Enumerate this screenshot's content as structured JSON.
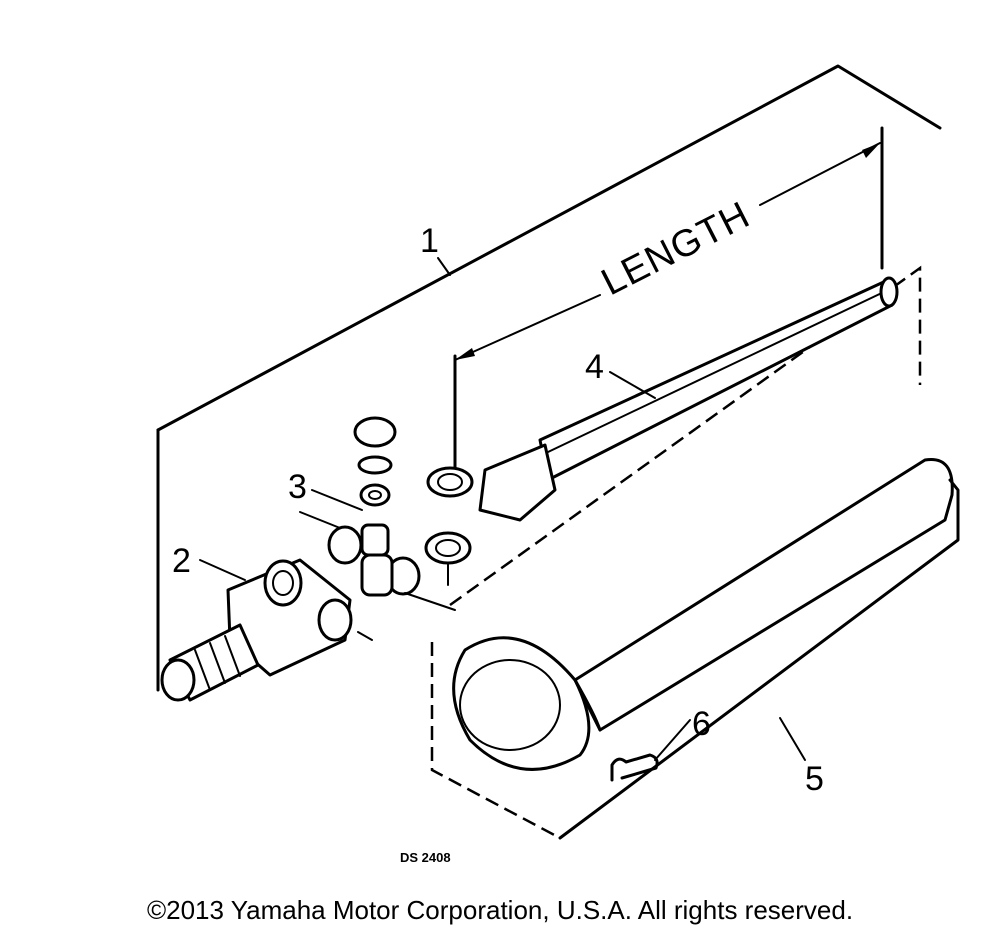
{
  "diagram": {
    "dimension_label": "LENGTH",
    "drawing_code": "DS 2408",
    "callouts": {
      "p1": "1",
      "p2": "2",
      "p3": "3",
      "p4": "4",
      "p5": "5",
      "p6": "6"
    }
  },
  "footer": {
    "copyright": "©2013 Yamaha Motor Corporation, U.S.A. All rights reserved."
  }
}
